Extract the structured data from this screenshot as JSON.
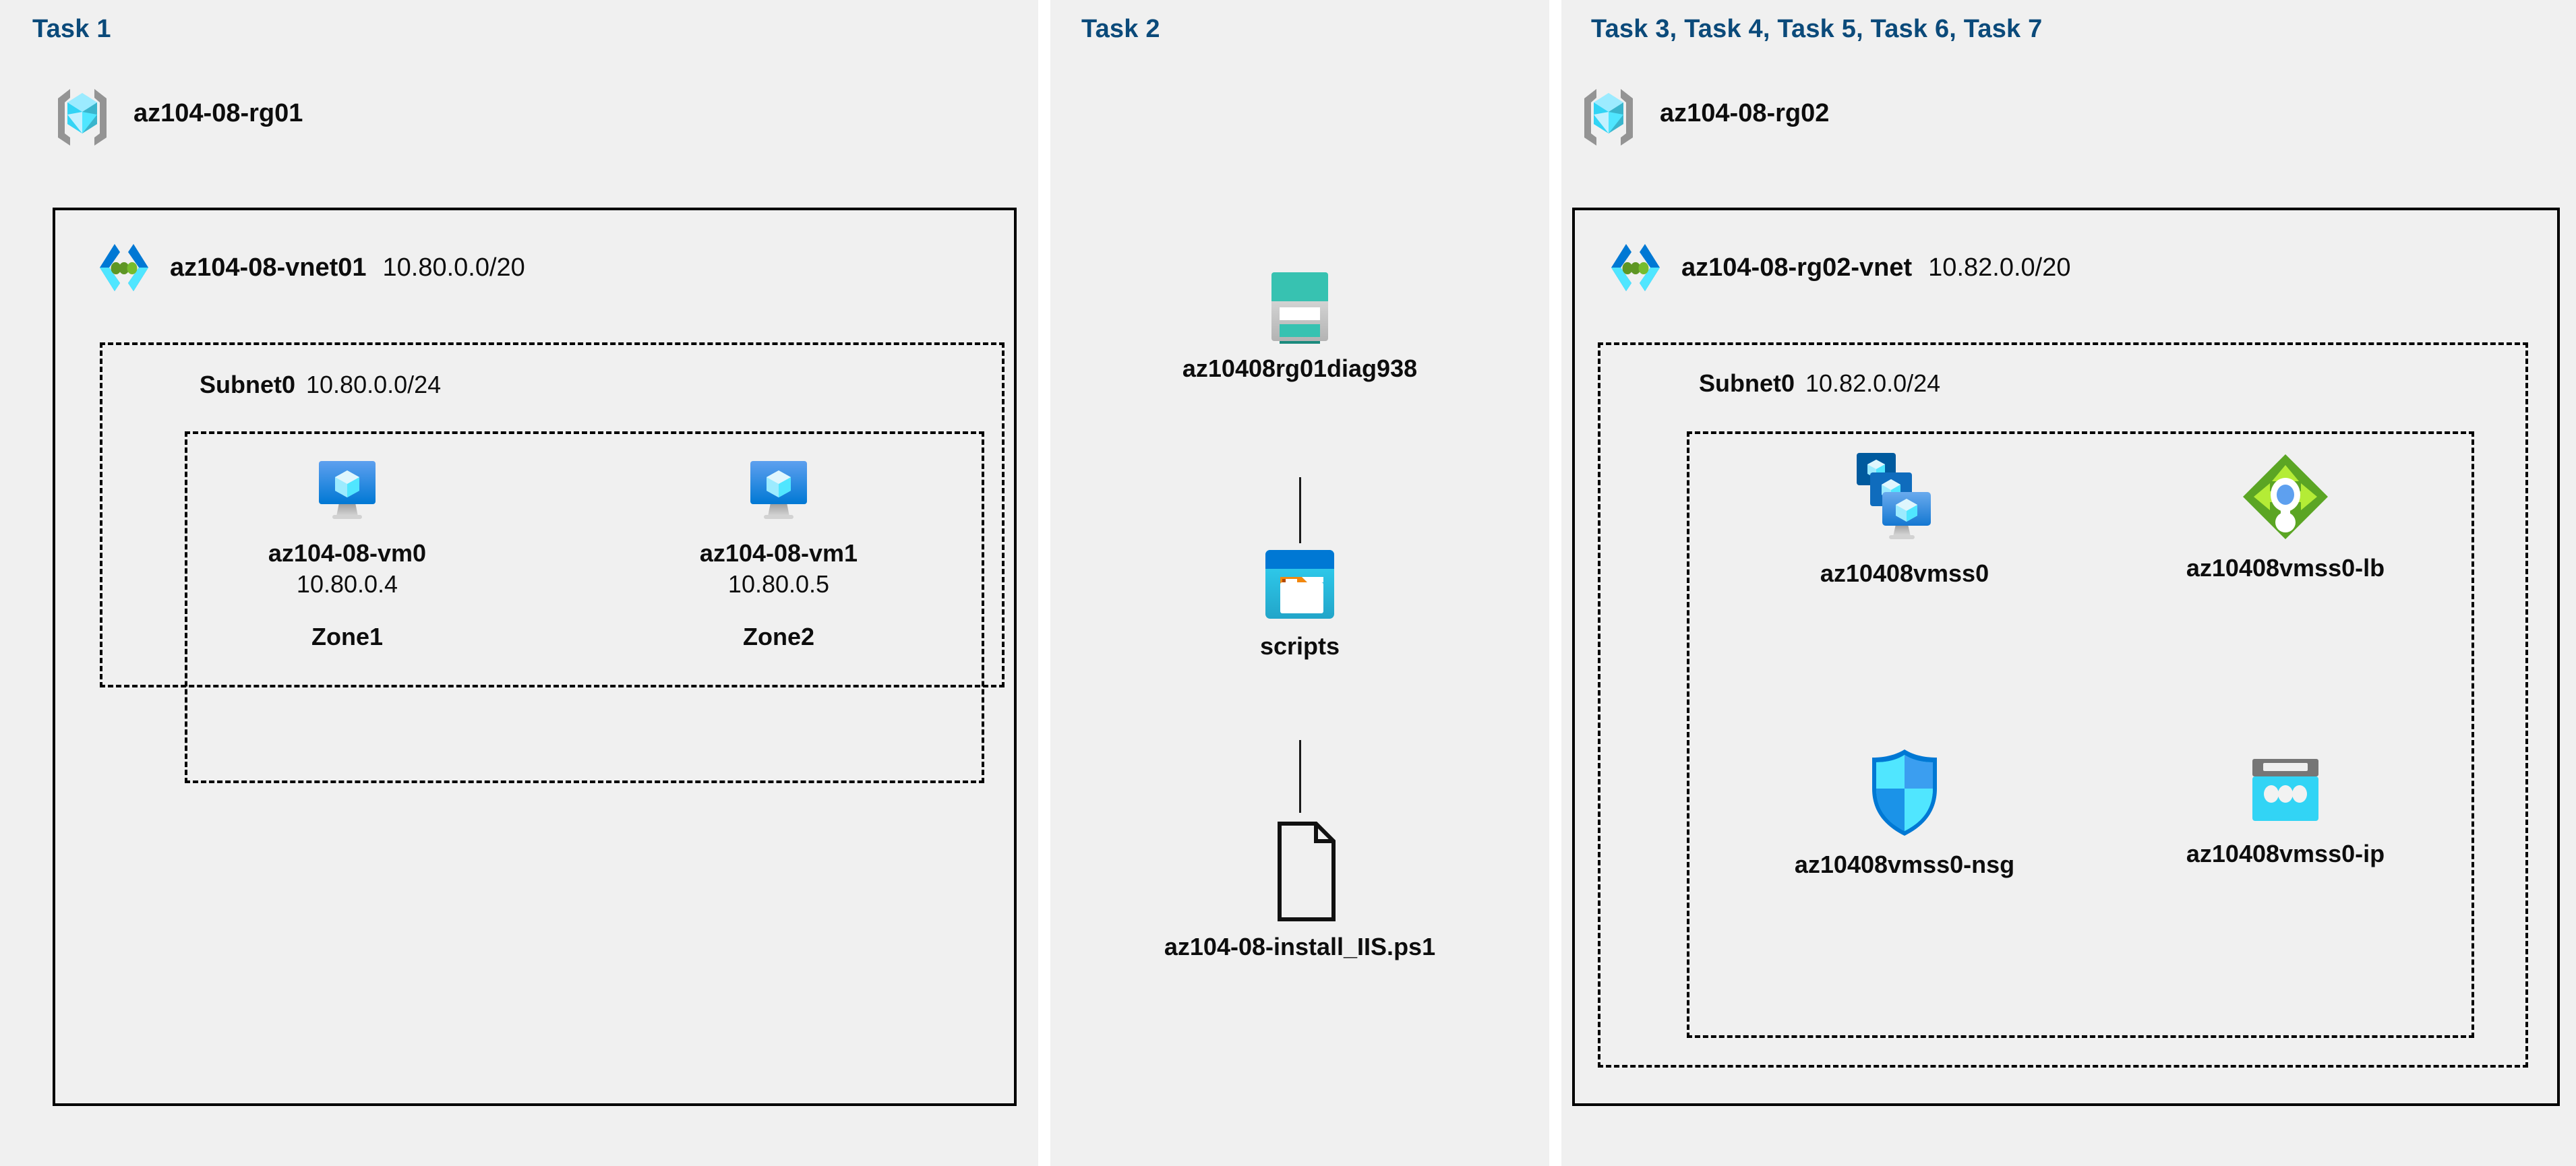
{
  "diagram": {
    "title": "Azure AZ-104 Lab 08 architecture diagram",
    "background_color": "#ffffff",
    "panel_color": "#f0f0f0",
    "task_heading_color": "#0b4a7a"
  },
  "columns": [
    {
      "id": "task1",
      "heading": "Task 1",
      "resource_group": {
        "icon": "resource-group-icon",
        "name": "az104-08-rg01"
      },
      "vnet": {
        "icon": "virtual-network-icon",
        "name": "az104-08-vnet01",
        "cidr": "10.80.0.0/20"
      },
      "subnet": {
        "name": "Subnet0",
        "cidr": "10.80.0.0/24"
      },
      "nodes": [
        {
          "icon": "virtual-machine-icon",
          "label": "az104-08-vm0",
          "ip": "10.80.0.4",
          "zone": "Zone1"
        },
        {
          "icon": "virtual-machine-icon",
          "label": "az104-08-vm1",
          "ip": "10.80.0.5",
          "zone": "Zone2"
        }
      ]
    },
    {
      "id": "task2",
      "heading": "Task 2",
      "nodes": [
        {
          "icon": "storage-account-icon",
          "label": "az10408rg01diag938"
        },
        {
          "icon": "blob-container-icon",
          "label": "scripts"
        },
        {
          "icon": "script-file-icon",
          "label": "az104-08-install_IIS.ps1"
        }
      ]
    },
    {
      "id": "task3to7",
      "heading": "Task 3, Task 4, Task 5, Task 6, Task 7",
      "resource_group": {
        "icon": "resource-group-icon",
        "name": "az104-08-rg02"
      },
      "vnet": {
        "icon": "virtual-network-icon",
        "name": "az104-08-rg02-vnet",
        "cidr": "10.82.0.0/20"
      },
      "subnet": {
        "name": "Subnet0",
        "cidr": "10.82.0.0/24"
      },
      "nodes": [
        {
          "icon": "vm-scale-set-icon",
          "label": "az10408vmss0"
        },
        {
          "icon": "load-balancer-icon",
          "label": "az10408vmss0-lb"
        },
        {
          "icon": "network-security-group-icon",
          "label": "az10408vmss0-nsg"
        },
        {
          "icon": "public-ip-address-icon",
          "label": "az10408vmss0-ip"
        }
      ]
    }
  ],
  "colors": {
    "azure_blue": "#0078d4",
    "azure_cyan": "#50e6ff",
    "vnet_green": "#5e9624",
    "storage_teal": "#37c2b1",
    "lb_green": "#5ba524",
    "nsg_blue": "#0078d4",
    "border_black": "#000000"
  }
}
